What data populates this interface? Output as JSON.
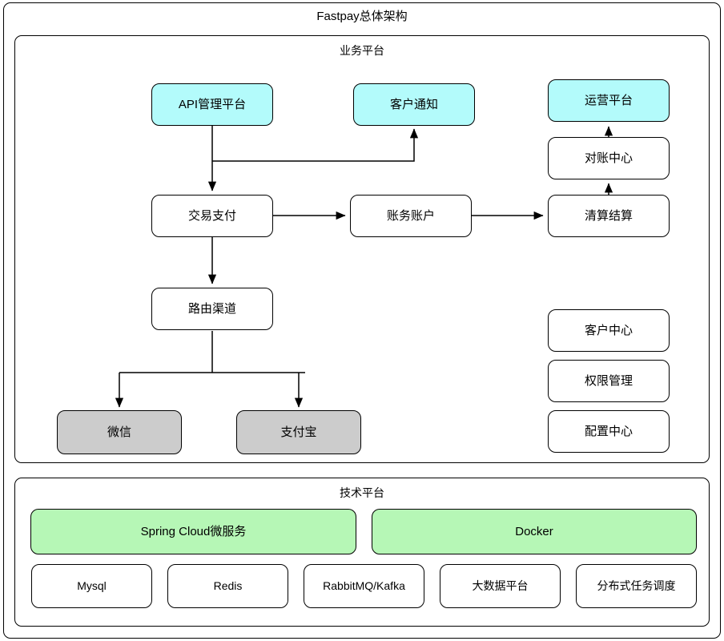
{
  "diagram": {
    "title": "Fastpay总体架构",
    "colors": {
      "cyan": "#b3fbfb",
      "gray": "#cccccc",
      "green": "#b6f7b6",
      "stroke": "#000000",
      "background": "#ffffff"
    },
    "sections": [
      {
        "id": "business",
        "title": "业务平台"
      },
      {
        "id": "technical",
        "title": "技术平台"
      }
    ],
    "nodes": {
      "api_platform": "API管理平台",
      "customer_notify": "客户通知",
      "ops_platform": "运营平台",
      "reconciliation_center": "对账中心",
      "transaction_payment": "交易支付",
      "account_ledger": "账务账户",
      "clearing_settlement": "清算结算",
      "routing_channel": "路由渠道",
      "customer_center": "客户中心",
      "authority_management": "权限管理",
      "config_center": "配置中心",
      "wechat": "微信",
      "alipay": "支付宝",
      "spring_cloud": "Spring Cloud微服务",
      "docker": "Docker",
      "mysql": "Mysql",
      "redis": "Redis",
      "rabbitmq_kafka": "RabbitMQ/Kafka",
      "bigdata_platform": "大数据平台",
      "distributed_scheduler": "分布式任务调度"
    },
    "edges": [
      {
        "from": "api_platform",
        "to": "transaction_payment",
        "style": "straight-down"
      },
      {
        "from": "api_platform",
        "to": "customer_notify",
        "style": "elbow-up"
      },
      {
        "from": "transaction_payment",
        "to": "account_ledger",
        "style": "straight-right"
      },
      {
        "from": "account_ledger",
        "to": "clearing_settlement",
        "style": "straight-right"
      },
      {
        "from": "clearing_settlement",
        "to": "reconciliation_center",
        "style": "straight-up"
      },
      {
        "from": "reconciliation_center",
        "to": "ops_platform",
        "style": "straight-up"
      },
      {
        "from": "transaction_payment",
        "to": "routing_channel",
        "style": "straight-down"
      },
      {
        "from": "routing_channel",
        "to": "wechat",
        "style": "elbow-down"
      },
      {
        "from": "routing_channel",
        "to": "alipay",
        "style": "elbow-down"
      }
    ]
  }
}
